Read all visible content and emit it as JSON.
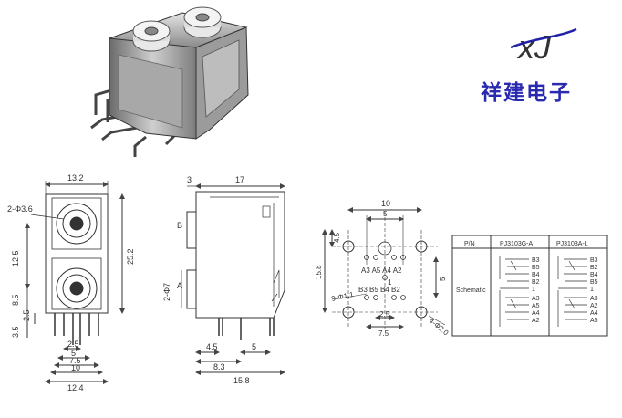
{
  "brand": {
    "logo_mark": "xJ",
    "company_name": "祥建电子"
  },
  "front_view": {
    "width_top": "13.2",
    "hole_callout": "2-Φ3.6",
    "dim_12_5": "12.5",
    "dim_25_2": "25.2",
    "dim_8_5": "8.5",
    "dim_2_5": "2.5",
    "dim_3_5": "3.5",
    "bottom_dims": [
      "2.5",
      "5",
      "7.5",
      "10",
      "12.4"
    ]
  },
  "side_view": {
    "dim_3": "3",
    "dim_17": "17",
    "label_b": "B",
    "label_a": "A",
    "dim_2_7": "2-Φ7",
    "dim_4_5": "4.5",
    "dim_5": "5",
    "dim_8_3": "8.3",
    "dim_15_8": "15.8"
  },
  "pcb_layout": {
    "dim_10": "10",
    "dim_5_top": "5",
    "dim_4_5": "4.5",
    "dim_15_8": "15.8",
    "dim_5_right": "5",
    "top_pins": "A3 A5 A4 A2",
    "bottom_pins": "B3 B5  B4 B2",
    "left_callout": "9-Φ1.1",
    "right_callout": "4-Φ2.0",
    "dim_2_5": "2.5",
    "dim_7_5": "7.5",
    "pin_1": "1"
  },
  "schematic_table": {
    "col_pn": "P/N",
    "col_a": "PJ3103G-A",
    "col_b": "PJ3103A-L",
    "row_label": "Schematic",
    "pins_a": [
      "B3",
      "B5",
      "B4",
      "B2",
      "1",
      "A3",
      "A5",
      "A4",
      "A2"
    ],
    "pins_b": [
      "B3",
      "B2",
      "B4",
      "B5",
      "1",
      "A3",
      "A2",
      "A4",
      "A5"
    ]
  }
}
